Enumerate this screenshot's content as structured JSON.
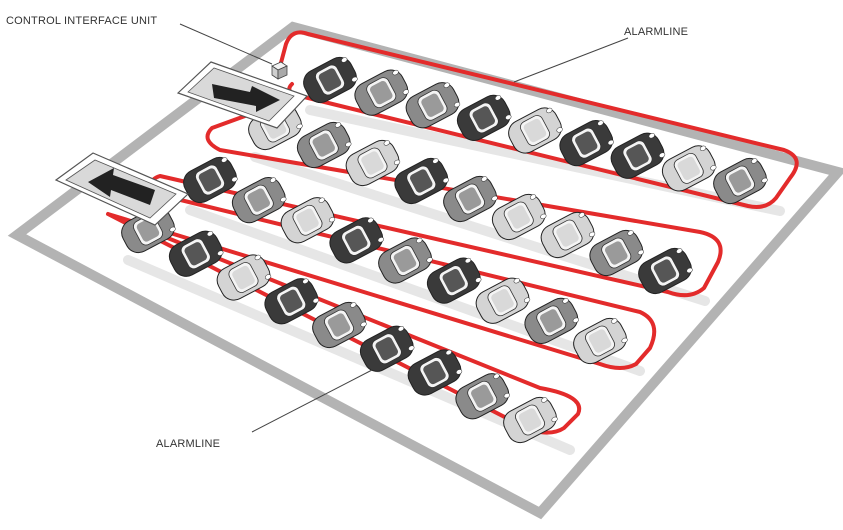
{
  "labels": {
    "control_interface_unit": "CONTROL INTERFACE UNIT",
    "alarmline_top": "ALARMLINE",
    "alarmline_bottom": "ALARMLINE"
  },
  "colors": {
    "alarmline": "#e32b2b",
    "lot_border": "#b3b3b3",
    "lane_shadow": "#e6e6e6",
    "car_dark": "#3a3a3a",
    "car_mid": "#8a8a8a",
    "car_light": "#d4d4d4",
    "arrow": "#222222"
  },
  "icons": {
    "entrance": "arrow-right-icon",
    "exit": "arrow-left-icon",
    "unit": "control-unit-box-icon",
    "car": "car-icon"
  },
  "rows": [
    {
      "name": "row-1",
      "shades": [
        "dark",
        "mid",
        "mid",
        "dark",
        "light",
        "dark",
        "dark",
        "light",
        "mid"
      ]
    },
    {
      "name": "row-2",
      "shades": [
        "light",
        "mid",
        "light",
        "dark",
        "mid",
        "light",
        "light",
        "mid",
        "dark"
      ]
    },
    {
      "name": "row-3",
      "shades": [
        "dark",
        "mid",
        "light",
        "dark",
        "mid",
        "dark",
        "light",
        "mid",
        "light"
      ]
    },
    {
      "name": "row-4",
      "shades": [
        "mid",
        "dark",
        "light",
        "dark",
        "mid",
        "dark",
        "dark",
        "mid",
        "light"
      ]
    }
  ]
}
